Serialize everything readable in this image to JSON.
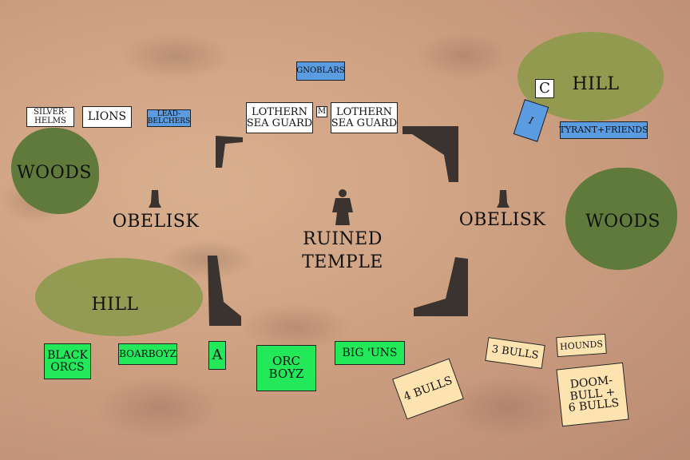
{
  "map": {
    "terrain": {
      "woods_left": "WOODS",
      "woods_right": "WOODS",
      "hill_top_right": "HILL",
      "hill_bottom_left": "HILL",
      "obelisk_left": "OBELISK",
      "obelisk_right": "OBELISK",
      "temple_line1": "RUINED",
      "temple_line2": "TEMPLE"
    },
    "units_top": {
      "silverhelms_line1": "SILVER-",
      "silverhelms_line2": "HELMS",
      "lions": "LIONS",
      "leadbelchers_line1": "LEAD-",
      "leadbelchers_line2": "BELCHERS",
      "gnoblars": "GNOBLARS",
      "seaguard1_line1": "LOTHERN",
      "seaguard1_line2": "SEA GUARD",
      "mage": "M",
      "seaguard2_line1": "LOTHERN",
      "seaguard2_line2": "SEA GUARD",
      "character_c": "C",
      "irongut": "I",
      "tyrant": "TYRANT+FRIENDS"
    },
    "units_bottom": {
      "black_orcs_line1": "BLACK",
      "black_orcs_line2": "ORCS",
      "boarboyz": "BOARBOYZ",
      "character_a": "A",
      "orc_boyz_line1": "ORC",
      "orc_boyz_line2": "BOYZ",
      "big_uns": "BIG 'UNS",
      "four_bulls": "4 BULLS",
      "three_bulls": "3 BULLS",
      "hounds": "HOUNDS",
      "doombull_line1": "DOOM-",
      "doombull_line2": "BULL +",
      "doombull_line3": "6 BULLS"
    },
    "colors": {
      "ground": "#cfa283",
      "woods": "#5f7a3a",
      "hill": "#8f9a4e",
      "unit_white": "#ffffff",
      "unit_blue": "#5b9be0",
      "unit_green": "#22e85a",
      "unit_tan": "#fde3b0",
      "ruins": "#3a3330"
    }
  }
}
